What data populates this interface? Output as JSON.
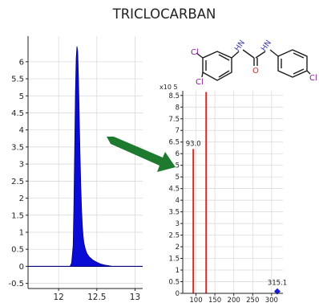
{
  "title": "TRICLOCARBAN",
  "colors": {
    "chromatogram_fill": "#0b0bd6",
    "chromatogram_edge": "#00007a",
    "spectrum_line": "#d42a1f",
    "arrow": "#1e7a2e",
    "molecule_bond": "#1c1c1c",
    "chlorine_label": "#8a1a9a",
    "nitrogen_label": "#3a3aa8",
    "oxygen_label": "#d42a1f",
    "marker": "#1a1adc"
  },
  "molecule": {
    "atoms": [
      "Cl",
      "Cl",
      "HN",
      "HN",
      "O",
      "Cl"
    ]
  },
  "arrow_icon": "green-arrow-right-down",
  "chart_data": [
    {
      "type": "area",
      "xlim": [
        11.6,
        13.1
      ],
      "ylim": [
        -0.65,
        6.75
      ],
      "xticks": [
        "12",
        "12.5",
        "13"
      ],
      "xtick_values": [
        12,
        12.5,
        13
      ],
      "yticks": [
        "-0.5",
        "0",
        "0.5",
        "1",
        "1.5",
        "2",
        "2.5",
        "3",
        "3.5",
        "4",
        "4.5",
        "5",
        "5.5",
        "6"
      ],
      "ytick_values": [
        -0.5,
        0,
        0.5,
        1,
        1.5,
        2,
        2.5,
        3,
        3.5,
        4,
        4.5,
        5,
        5.5,
        6
      ],
      "grid": true,
      "x": [
        11.6,
        12.15,
        12.17,
        12.19,
        12.2,
        12.21,
        12.22,
        12.23,
        12.24,
        12.25,
        12.26,
        12.27,
        12.28,
        12.29,
        12.3,
        12.31,
        12.32,
        12.33,
        12.35,
        12.37,
        12.4,
        12.45,
        12.5,
        12.55,
        12.6,
        12.65,
        12.7,
        13.1
      ],
      "y": [
        0,
        0,
        0.1,
        0.6,
        1.8,
        3.4,
        5.1,
        6.1,
        6.45,
        6.3,
        5.5,
        4.4,
        3.3,
        2.4,
        1.7,
        1.2,
        0.9,
        0.7,
        0.5,
        0.38,
        0.28,
        0.18,
        0.12,
        0.07,
        0.04,
        0.02,
        0,
        0
      ]
    },
    {
      "type": "bar",
      "scale_label": "x10 5",
      "xlim": [
        65,
        330
      ],
      "ylim": [
        0,
        8.7
      ],
      "xticks": [
        "100",
        "150",
        "200",
        "250",
        "300"
      ],
      "xtick_values": [
        100,
        150,
        200,
        250,
        300
      ],
      "yticks": [
        "0",
        "0.5",
        "1",
        "1.5",
        "2",
        "2.5",
        "3",
        "3.5",
        "4",
        "4.5",
        "5",
        "5.5",
        "6",
        "6.5",
        "7",
        "7.5",
        "8",
        "8.5"
      ],
      "ytick_values": [
        0,
        0.5,
        1,
        1.5,
        2,
        2.5,
        3,
        3.5,
        4,
        4.5,
        5,
        5.5,
        6,
        6.5,
        7,
        7.5,
        8,
        8.5
      ],
      "grid": true,
      "peaks": [
        {
          "mz": 93.0,
          "intensity": 6.2,
          "label": "93.0"
        },
        {
          "mz": 127.0,
          "intensity": 8.65,
          "label": ""
        }
      ],
      "marker": {
        "mz": 315.1,
        "intensity": 0.08,
        "label": "315.1"
      }
    }
  ]
}
